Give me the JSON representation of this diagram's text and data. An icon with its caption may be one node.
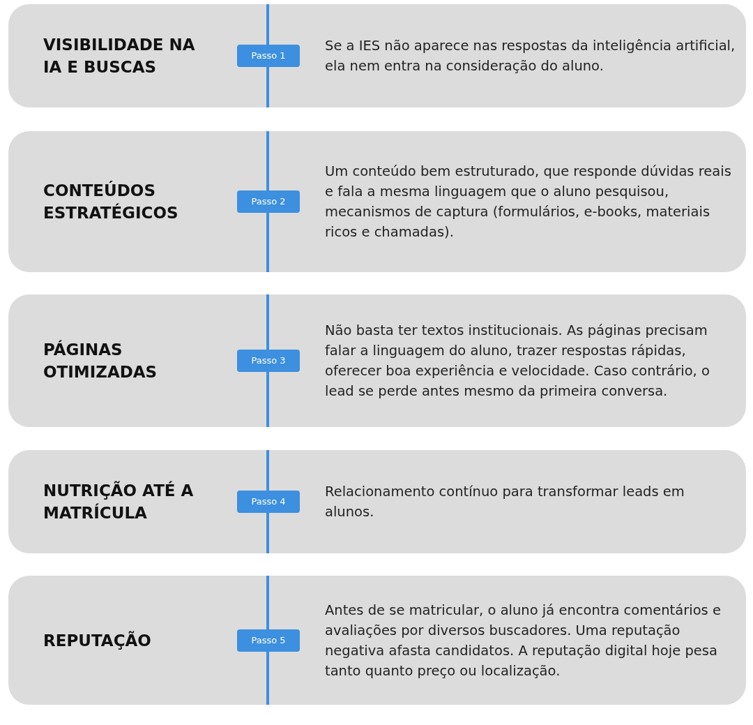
{
  "diagram": {
    "nodes": [
      {
        "text": [
          "VISIBILIDADE NA IA E BUSCAS",
          "Se a IES não aparece nas respostas da inteligência artificial, ela nem entra na consideração do aluno."
        ]
      },
      {
        "text": [
          "Passo 1"
        ],
        "in": 0
      },
      {
        "text": [
          "CONTEÚDOS ESTRATÉGICOS",
          "Um conteúdo bem estruturado, que responde dúvidas reais e fala a mesma linguagem que o aluno pesquisou, mecanismos de captura (formulários, e-books, materiais ricos e chamadas)."
        ]
      },
      {
        "text": [
          "Passo 2"
        ],
        "in": 2
      },
      {
        "text": [
          "PÁGINAS OTIMIZADAS",
          "Não basta ter textos institucionais. As páginas precisam falar a linguagem do aluno, trazer respostas rápidas, oferecer boa experiência e velocidade. Caso contrário, o lead se perde antes mesmo da primeira conversa."
        ]
      },
      {
        "text": [
          "Passo 3"
        ],
        "in": 4
      },
      {
        "text": [
          "NUTRIÇÃO ATÉ A MATRÍCULA",
          "Relacionamento contínuo para transformar leads em alunos."
        ]
      },
      {
        "text": [
          "Passo 4"
        ],
        "in": 6
      },
      {
        "text": [
          "REPUTAÇÃO",
          "Antes de se matricular, o aluno já encontra comentários e avaliações por diversos buscadores. Uma reputação negativa afasta candidatos. A reputação digital hoje pesa tanto quanto preço ou localização."
        ]
      },
      {
        "text": [
          "Passo 5"
        ],
        "in": 8
      }
    ]
  }
}
